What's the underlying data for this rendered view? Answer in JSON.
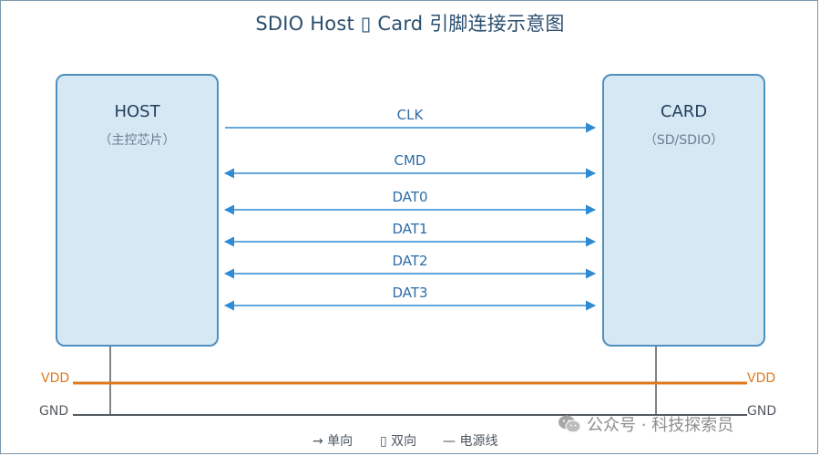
{
  "title": "SDIO Host ▯ Card 引脚连接示意图",
  "host": {
    "name": "HOST",
    "sub": "（主控芯片）"
  },
  "card": {
    "name": "CARD",
    "sub": "（SD/SDIO）"
  },
  "signals": [
    {
      "label": "CLK",
      "direction": "unidirectional"
    },
    {
      "label": "CMD",
      "direction": "bidirectional"
    },
    {
      "label": "DAT0",
      "direction": "bidirectional"
    },
    {
      "label": "DAT1",
      "direction": "bidirectional"
    },
    {
      "label": "DAT2",
      "direction": "bidirectional"
    },
    {
      "label": "DAT3",
      "direction": "bidirectional"
    }
  ],
  "rails": {
    "vdd": {
      "label": "VDD",
      "color": "#e07a1f"
    },
    "gnd": {
      "label": "GND",
      "color": "#555b61"
    }
  },
  "legend": {
    "uni": "→ 单向",
    "bi": "▯ 双向",
    "line": "— 电源线"
  },
  "watermark": "公众号 · 科技探索员",
  "colors": {
    "signal": "#2e8bd3",
    "chip_fill": "#d7e8f5",
    "chip_border": "#4f8fbe"
  }
}
